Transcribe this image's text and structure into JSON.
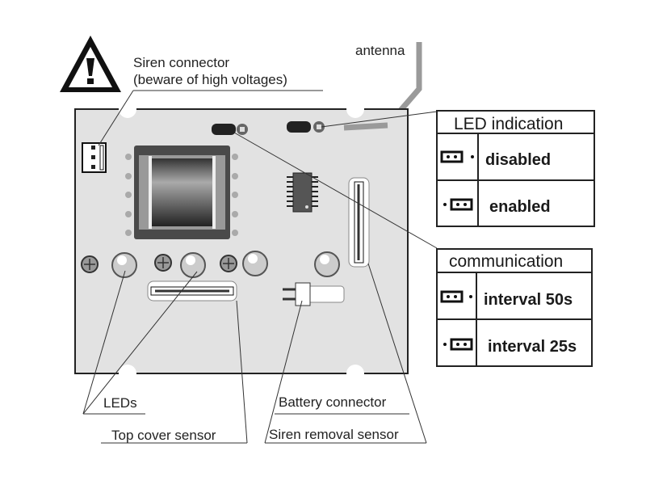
{
  "labels": {
    "siren_connector": "Siren connector",
    "siren_warning": "(beware of high voltages)",
    "antenna": "antenna",
    "leds": "LEDs",
    "battery_connector": "Battery connector",
    "top_cover_sensor": "Top cover sensor",
    "siren_removal_sensor": "Siren removal sensor"
  },
  "led_indication": {
    "title": "LED indication",
    "rows": [
      {
        "jumper": "jumper-left-position-icon",
        "label": "disabled"
      },
      {
        "jumper": "jumper-right-position-icon",
        "label": "enabled"
      }
    ]
  },
  "communication": {
    "title": "communication",
    "rows": [
      {
        "jumper": "jumper-left-position-icon",
        "label": "interval 50s"
      },
      {
        "jumper": "jumper-right-position-icon",
        "label": "interval 25s"
      }
    ]
  },
  "icons": {
    "warning": "warning-triangle-icon"
  },
  "colors": {
    "board": "#e2e2e2",
    "transformer": "#4a4a4a",
    "antenna": "#9a9a9a"
  }
}
